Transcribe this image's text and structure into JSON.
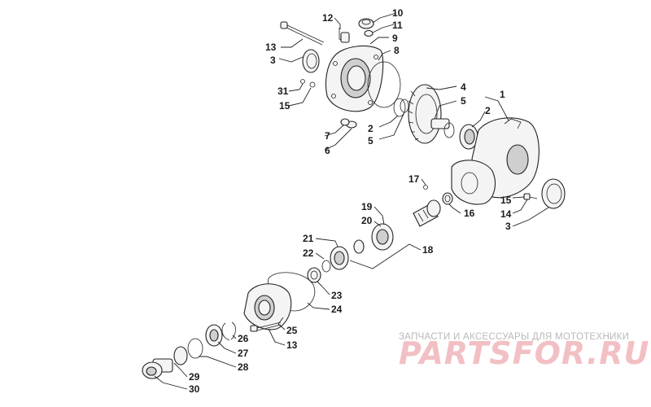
{
  "callouts": [
    "1",
    "2",
    "2",
    "3",
    "3",
    "4",
    "5",
    "5",
    "6",
    "7",
    "8",
    "9",
    "10",
    "11",
    "12",
    "13",
    "13",
    "14",
    "15",
    "15",
    "16",
    "17",
    "18",
    "19",
    "20",
    "21",
    "22",
    "23",
    "24",
    "25",
    "26",
    "27",
    "28",
    "29",
    "30",
    "31"
  ],
  "watermark": {
    "subtitle": "ЗАПЧАСТИ И АКСЕССУАРЫ ДЛЯ МОТОТЕХНИКИ",
    "logo": "PARTSFOR.RU"
  }
}
